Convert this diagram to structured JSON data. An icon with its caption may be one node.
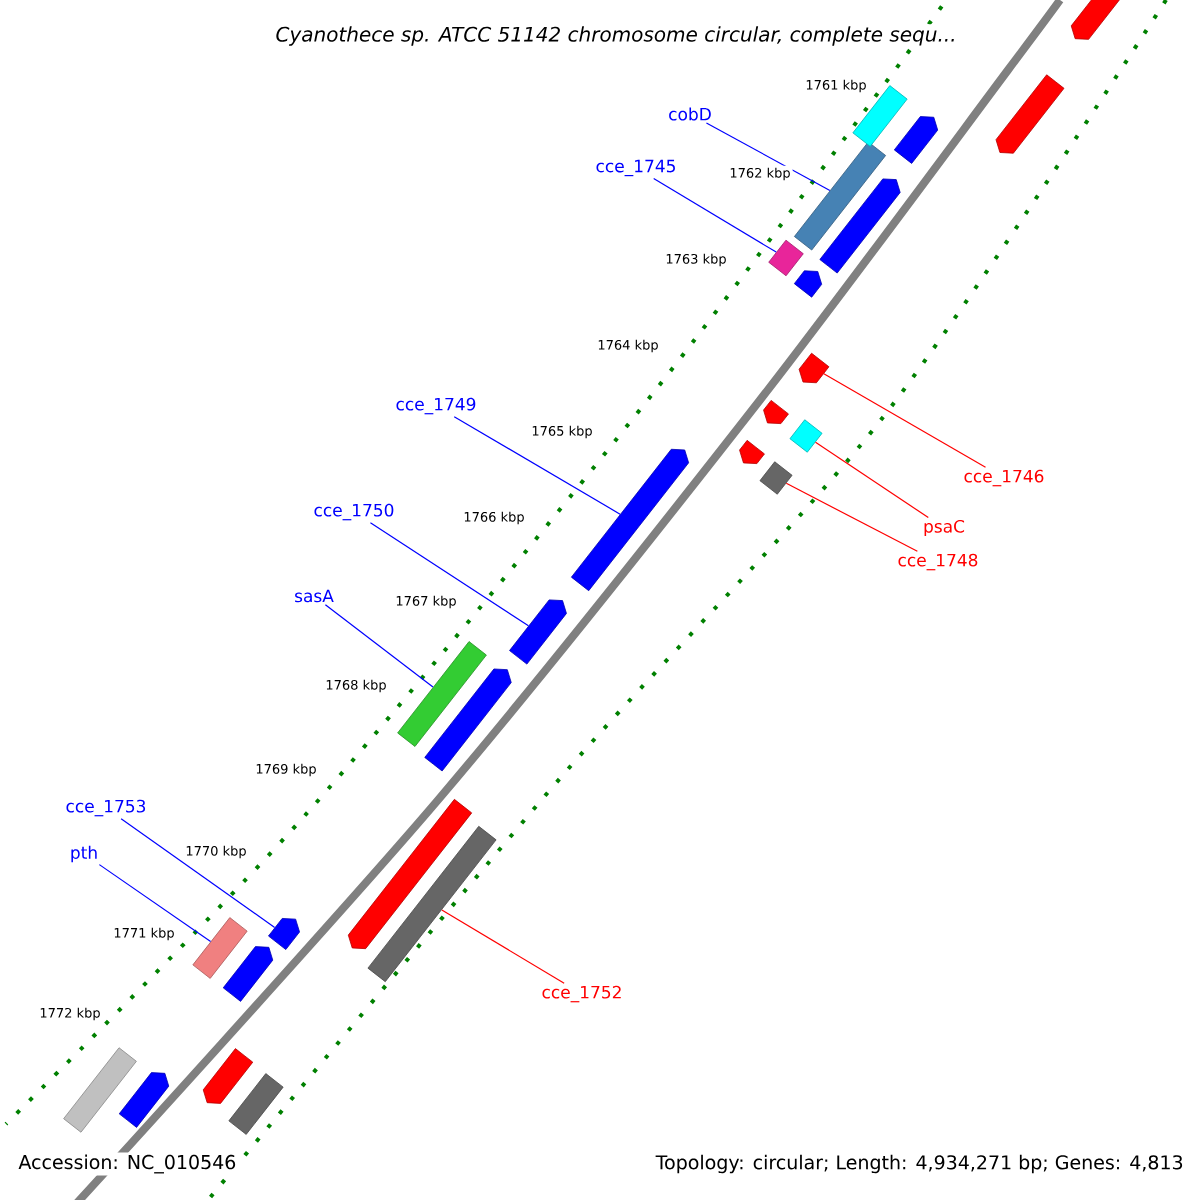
{
  "diagram": {
    "title": "Cyanothece sp. ATCC 51142 chromosome circular, complete sequ...",
    "nodes": [
      {
        "text": [
          "cobD"
        ]
      },
      {
        "text": [
          "cce_1745"
        ]
      },
      {
        "text": [
          "cce_1749"
        ]
      },
      {
        "text": [
          "cce_1750"
        ]
      },
      {
        "text": [
          "sasA"
        ]
      },
      {
        "text": [
          "cce_1753"
        ]
      },
      {
        "text": [
          "pth"
        ]
      },
      {
        "text": [
          "cce_1746"
        ]
      },
      {
        "text": [
          "psaC"
        ]
      },
      {
        "text": [
          "cce_1748"
        ]
      },
      {
        "text": [
          "cce_1752"
        ]
      },
      {
        "text": [],
        "shape": "bar"
      },
      {
        "text": [],
        "shape": "bar"
      },
      {
        "text": [],
        "shape": "bar"
      },
      {
        "text": [],
        "shape": "bar"
      },
      {
        "text": [],
        "shape": "bar"
      },
      {
        "text": [],
        "shape": "bar"
      },
      {
        "text": [],
        "shape": "bar"
      },
      {
        "text": [],
        "shape": "bar"
      },
      {
        "text": [],
        "shape": "bar"
      },
      {
        "text": [],
        "shape": "bar"
      },
      {
        "text": [],
        "shape": "bar"
      },
      {
        "text": [],
        "shape": "bar"
      },
      {
        "text": [],
        "shape": "bar"
      },
      {
        "text": [],
        "shape": "bar"
      },
      {
        "text": [],
        "shape": "bar"
      },
      {
        "text": [],
        "shape": "bar"
      },
      {
        "text": [],
        "shape": "bar"
      },
      {
        "text": [],
        "shape": "bar"
      },
      {
        "text": [],
        "shape": "bar"
      },
      {
        "text": [],
        "shape": "bar"
      },
      {
        "text": [],
        "shape": "bar"
      },
      {
        "text": [],
        "shape": "bar"
      },
      {
        "text": [],
        "shape": "bar"
      },
      {
        "text": [],
        "shape": "bar"
      },
      {
        "text": [],
        "shape": "bar"
      },
      {
        "text": [],
        "shape": "bar"
      }
    ],
    "edges": [
      {
        "from": 0,
        "to": 11,
        "arrow": "none"
      },
      {
        "from": 1,
        "to": 12,
        "arrow": "none"
      },
      {
        "from": 2,
        "to": 16,
        "arrow": "none"
      },
      {
        "from": 3,
        "to": 17,
        "arrow": "none"
      },
      {
        "from": 4,
        "to": 18,
        "arrow": "none"
      },
      {
        "from": 5,
        "to": 20,
        "arrow": "none"
      },
      {
        "from": 6,
        "to": 21,
        "arrow": "none"
      },
      {
        "from": 7,
        "to": 13,
        "arrow": "none",
        "color": "#ff0000"
      },
      {
        "from": 8,
        "to": 14,
        "arrow": "none",
        "color": "#ff0000"
      },
      {
        "from": 9,
        "to": 15,
        "arrow": "none",
        "color": "#ff0000"
      },
      {
        "from": 10,
        "to": 19,
        "arrow": "none",
        "color": "#ff0000"
      }
    ],
    "labels": [
      "1761 kbp",
      "1762 kbp",
      "1763 kbp",
      "1764 kbp",
      "1765 kbp",
      "1766 kbp",
      "1767 kbp",
      "1768 kbp",
      "1769 kbp",
      "1770 kbp",
      "1771 kbp",
      "1772 kbp",
      "Accession: NC_010546",
      "Topology: circular; Length: 4,934,271 bp; Genes: 4,813"
    ]
  }
}
